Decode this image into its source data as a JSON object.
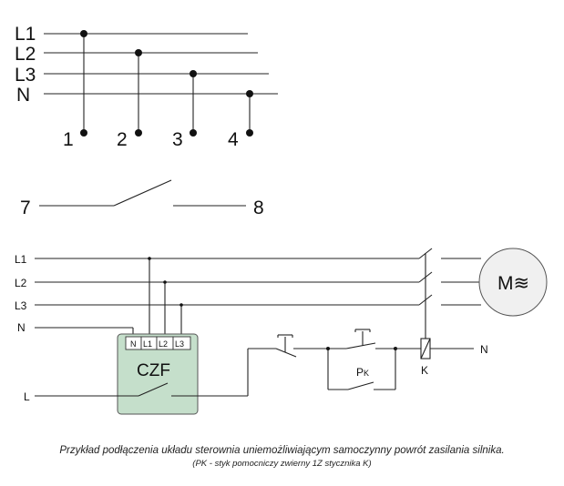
{
  "top": {
    "rails": [
      "L1",
      "L2",
      "L3",
      "N"
    ],
    "terminals": [
      "1",
      "2",
      "3",
      "4"
    ]
  },
  "switch78": {
    "left": "7",
    "right": "8"
  },
  "circuit": {
    "lines": [
      "L1",
      "L2",
      "L3"
    ],
    "n_label": "N",
    "l_label": "L",
    "czf_title": "CZF",
    "czf_terminals": [
      "N",
      "L1",
      "L2",
      "L3"
    ],
    "aux_contact": "P",
    "aux_contact_sub": "K",
    "contactor_label": "K",
    "coil_n_label": "N",
    "motor_label": "M≋"
  },
  "caption": {
    "main": "Przykład podłączenia układu sterownia uniemożliwiającym samoczynny powrót zasilania silnika.",
    "note": "(PK - styk pomocniczy zwierny 1Z stycznika K)"
  }
}
